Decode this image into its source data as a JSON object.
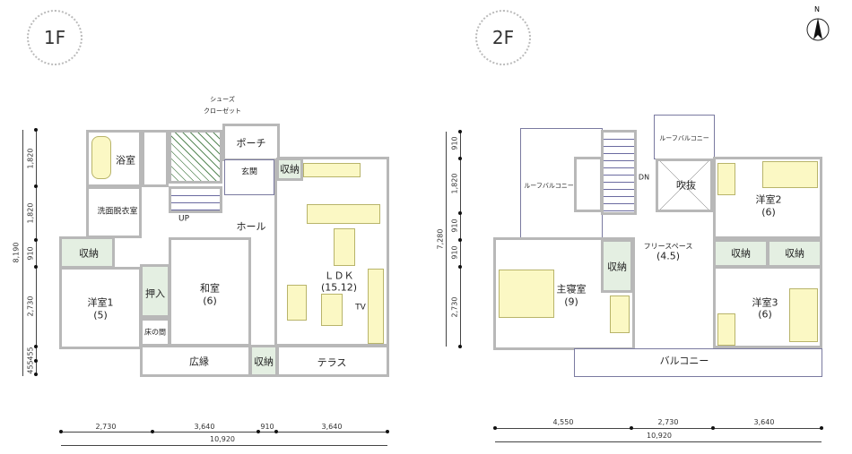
{
  "floor1": {
    "badge": "1F",
    "rooms": {
      "bath": "浴室",
      "shoe_closet": "シューズ\nクローゼット",
      "porch": "ポーチ",
      "entrance": "玄関",
      "storage_entry": "収納",
      "washroom": "洗面脱衣室",
      "up": "UP",
      "hall": "ホール",
      "storage_west": "収納",
      "western1": "洋室1",
      "western1_size": "(5)",
      "oshiire": "押入",
      "tokonoma": "床の間",
      "washitsu": "和室",
      "washitsu_size": "(6)",
      "hiroen": "広縁",
      "storage_small": "収納",
      "terrace": "テラス",
      "ldk": "ＬＤＫ",
      "ldk_size": "(15.12)",
      "tv": "TV"
    },
    "dims_vertical": [
      "1,820",
      "1,820",
      "910",
      "2,730",
      "455",
      "455"
    ],
    "dim_total_vertical": "8,190",
    "dims_horizontal": [
      "2,730",
      "3,640",
      "910",
      "3,640"
    ],
    "dim_total_horizontal": "10,920"
  },
  "floor2": {
    "badge": "2F",
    "rooms": {
      "roof_balcony_west": "ルーフバルコニー",
      "roof_balcony_north": "ルーフバルコニー",
      "dn": "DN",
      "void": "吹抜",
      "western2": "洋室2",
      "western2_size": "(6)",
      "free_space": "フリースペース",
      "free_space_size": "(4.5)",
      "storage_a": "収納",
      "storage_b": "収納",
      "storage_c": "収納",
      "master": "主寝室",
      "master_size": "(9)",
      "western3": "洋室3",
      "western3_size": "(6)",
      "balcony": "バルコニー"
    },
    "dims_vertical": [
      "910",
      "1,820",
      "910",
      "910",
      "2,730"
    ],
    "dim_total_vertical": "7,280",
    "dims_horizontal": [
      "4,550",
      "2,730",
      "3,640"
    ],
    "dim_total_horizontal": "10,920"
  },
  "compass": {
    "label": "N"
  }
}
